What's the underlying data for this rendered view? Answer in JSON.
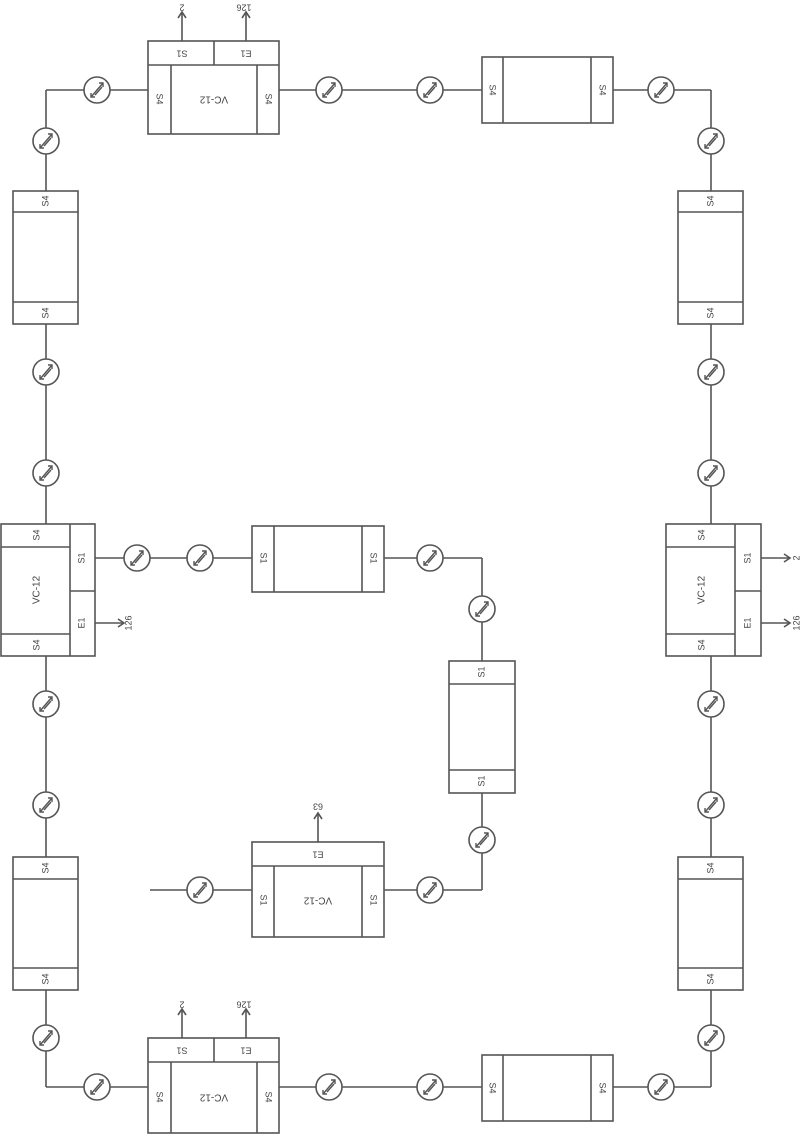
{
  "labels": {
    "s1": "S1",
    "s4": "S4",
    "e1": "E1",
    "vc12": "VC-12"
  },
  "tributaries": {
    "a": "2",
    "b": "126",
    "c": "63"
  },
  "colors": {
    "stroke": "#555555",
    "text": "#444444",
    "background": "#ffffff"
  },
  "icons": [
    "optical-amplifier-icon",
    "tributary-arrow-icon"
  ]
}
